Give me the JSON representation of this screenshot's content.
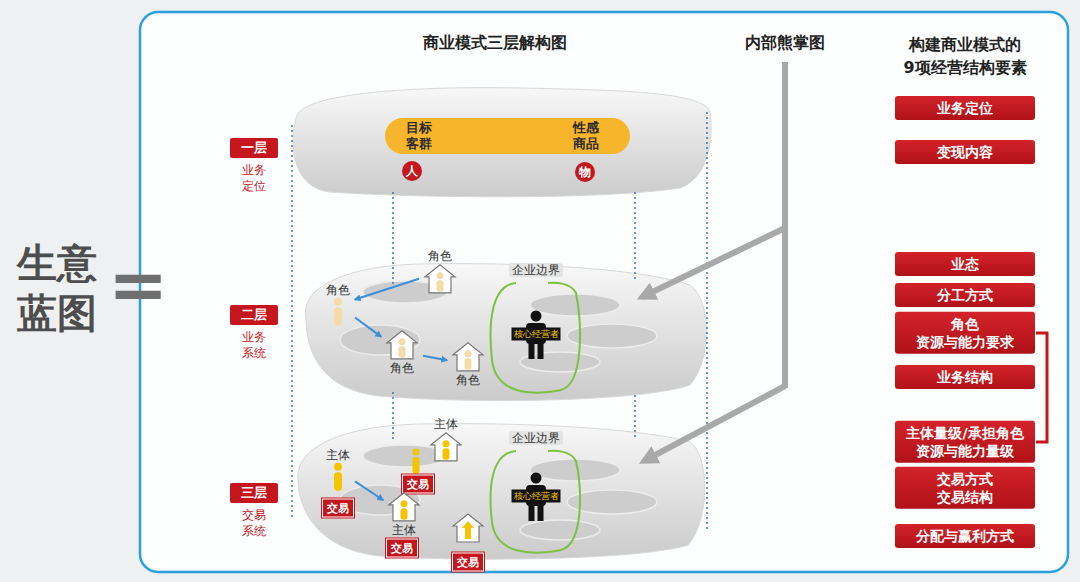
{
  "diagram": {
    "nodes": [
      {
        "text": [
          "一层",
          "业务定位"
        ]
      },
      {
        "text": [
          "目标客群",
          "性感商品"
        ]
      },
      {
        "text": [
          "人"
        ]
      },
      {
        "text": [
          "物"
        ]
      },
      {
        "text": [
          "二层",
          "业务系统"
        ]
      },
      {
        "text": [
          "角色"
        ]
      },
      {
        "text": [
          "企业边界"
        ]
      },
      {
        "text": [
          "核心经营者"
        ],
        "in": 6
      },
      {
        "text": [
          "角色"
        ]
      },
      {
        "text": [
          "角色"
        ]
      },
      {
        "text": [
          "角色"
        ]
      },
      {
        "text": [
          "三层",
          "交易系统"
        ]
      },
      {
        "text": [
          "主体"
        ]
      },
      {
        "text": [
          "企业边界"
        ]
      },
      {
        "text": [
          "核心经营者"
        ],
        "in": 13
      },
      {
        "text": [
          "主体"
        ]
      },
      {
        "text": [
          "交易"
        ]
      },
      {
        "text": [
          "交易"
        ]
      },
      {
        "text": [
          "主体"
        ]
      },
      {
        "text": [
          "交易"
        ]
      },
      {
        "text": [
          "交易"
        ]
      },
      {
        "text": [
          "业务定位"
        ]
      },
      {
        "text": [
          "变现内容"
        ]
      },
      {
        "text": [
          "业态"
        ]
      },
      {
        "text": [
          "分工方式"
        ]
      },
      {
        "text": [
          "角色 资源与能力要求"
        ]
      },
      {
        "text": [
          "业务结构"
        ]
      },
      {
        "text": [
          "主体量级/承担角色 资源与能力量级"
        ]
      },
      {
        "text": [
          "交易方式 交易结构"
        ]
      },
      {
        "text": [
          "分配与赢利方式"
        ]
      }
    ],
    "edges": [
      {
        "from": 5,
        "to": 8,
        "arrow": "to"
      },
      {
        "from": 8,
        "to": 9,
        "arrow": "to"
      },
      {
        "from": 9,
        "to": 10,
        "arrow": "to"
      },
      {
        "from": 15,
        "to": 18,
        "arrow": "to"
      },
      {
        "from": 25,
        "to": 27,
        "arrow": "none"
      }
    ],
    "labels": [
      "生意 蓝图",
      "=",
      "商业模式三层解构图",
      "内部熊掌图",
      "构建商业模式的 9项经营结构要素"
    ]
  }
}
